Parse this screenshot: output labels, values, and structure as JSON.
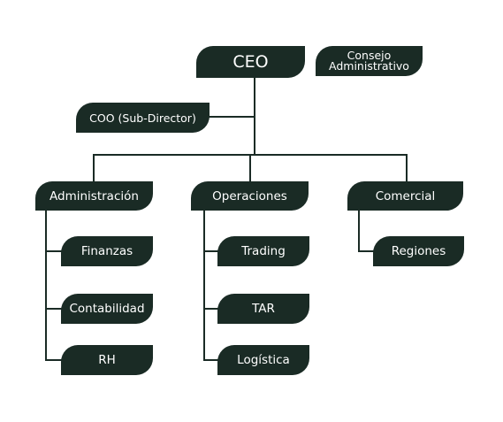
{
  "colors": {
    "node_fill": "#1a2b25",
    "node_text": "#ffffff",
    "connector": "#1a2b25",
    "background": "#ffffff"
  },
  "org": {
    "ceo": "CEO",
    "board": {
      "line1": "Consejo",
      "line2": "Administrativo"
    },
    "coo": "COO (Sub-Director)",
    "departments": {
      "administracion": {
        "label": "Administración",
        "children": [
          "Finanzas",
          "Contabilidad",
          "RH"
        ]
      },
      "operaciones": {
        "label": "Operaciones",
        "children": [
          "Trading",
          "TAR",
          "Logística"
        ]
      },
      "comercial": {
        "label": "Comercial",
        "children": [
          "Regiones"
        ]
      }
    }
  }
}
